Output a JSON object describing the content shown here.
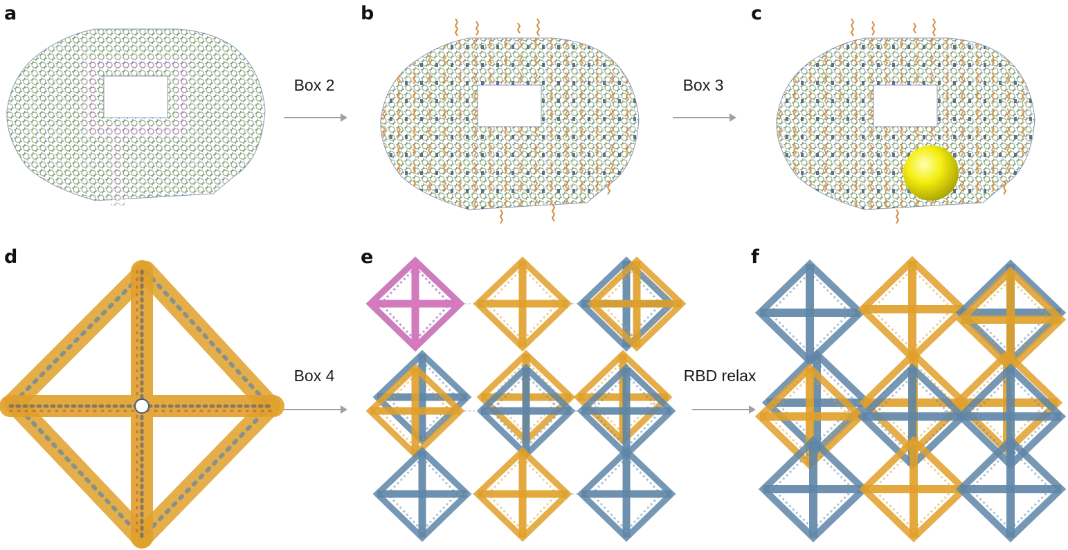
{
  "panels": [
    {
      "id": "a",
      "label": "a"
    },
    {
      "id": "b",
      "label": "b"
    },
    {
      "id": "c",
      "label": "c"
    },
    {
      "id": "d",
      "label": "d"
    },
    {
      "id": "e",
      "label": "e"
    },
    {
      "id": "f",
      "label": "f"
    }
  ],
  "steps": [
    {
      "id": "box2",
      "label": "Box 2"
    },
    {
      "id": "box3",
      "label": "Box 3"
    },
    {
      "id": "box4",
      "label": "Box 4"
    },
    {
      "id": "rbd",
      "label": "RBD relax"
    }
  ],
  "colors": {
    "helix_green": "#8fb26a",
    "helix_blue": "#6f7fa8",
    "helix_purple": "#b07aa8",
    "staple_orange": "#d98a3c",
    "staple_dark": "#4a5a7a",
    "octa_orange": "#e0a02a",
    "octa_blue": "#5f86a8",
    "octa_pink": "#dc78c0",
    "particle_yellow": "#f4ee10",
    "arrow_gray": "#a0a0a0"
  }
}
